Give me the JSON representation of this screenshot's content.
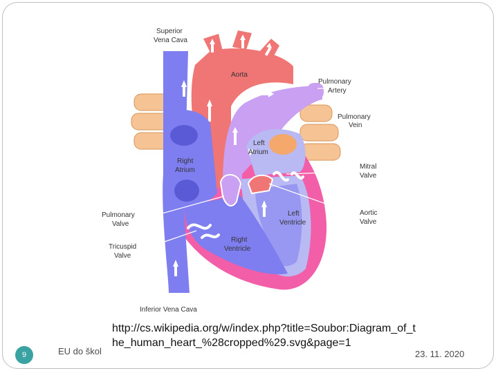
{
  "diagram": {
    "labels": {
      "superior_vena_cava": [
        "Superior",
        "Vena Cava"
      ],
      "aorta": "Aorta",
      "pulmonary_artery": [
        "Pulmonary",
        "Artery"
      ],
      "pulmonary_vein": [
        "Pulmonary",
        "Vein"
      ],
      "left_atrium": [
        "Left",
        "Atrium"
      ],
      "right_atrium": [
        "Right",
        "Atrium"
      ],
      "mitral_valve": [
        "Mitral",
        "Valve"
      ],
      "aortic_valve": [
        "Aortic",
        "Valve"
      ],
      "left_ventricle": [
        "Left",
        "Ventricle"
      ],
      "pulmonary_valve": [
        "Pulmonary",
        "Valve"
      ],
      "right_ventricle": [
        "Right",
        "Ventricle"
      ],
      "tricuspid_valve": [
        "Tricuspid",
        "Valve"
      ],
      "inferior_vena_cava": "Inferior Vena Cava"
    },
    "colors": {
      "deoxygenated": "#7e7ef0",
      "oxygenated": "#f07575",
      "pulmonary_artery": "#c9a0f2",
      "pulmonary_vein": "#f5c394",
      "myocardium": "#f25fa8",
      "left_atrium": "#b9b9f4",
      "valve_outline": "#ffffff"
    }
  },
  "source": {
    "url": "http://cs.wikipedia.org/w/index.php?title=Soubor:Diagram_of_the_human_heart_%28cropped%29.svg&page=1"
  },
  "footer": {
    "left_text": "EU do škol",
    "date": "23. 11. 2020",
    "slide_number": "9"
  }
}
